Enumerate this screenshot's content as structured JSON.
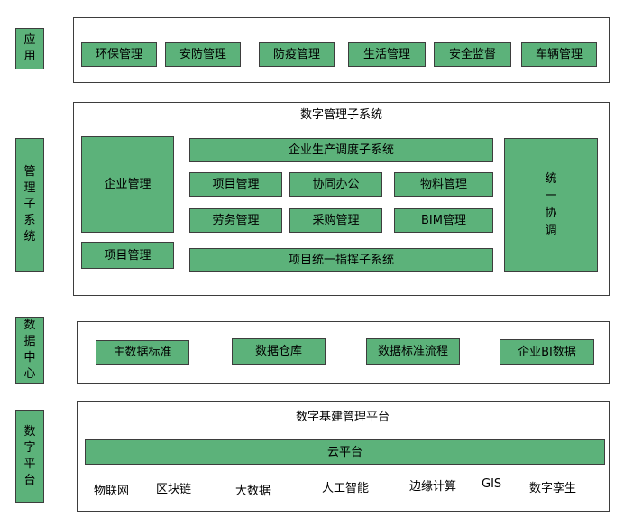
{
  "layers": {
    "application": {
      "label": [
        "应",
        "用"
      ],
      "items": [
        "环保管理",
        "安防管理",
        "防疫管理",
        "生活管理",
        "安全监督",
        "车辆管理"
      ]
    },
    "management": {
      "label": [
        "管",
        "理",
        "子",
        "系",
        "统"
      ],
      "title": "数字管理子系统",
      "enterprise_mgmt": "企业管理",
      "project_mgmt_left": "项目管理",
      "production_dispatch": "企业生产调度子系统",
      "modules": [
        "项目管理",
        "协同办公",
        "物料管理",
        "劳务管理",
        "采购管理",
        "BIM管理"
      ],
      "project_command": "项目统一指挥子系统",
      "unified": [
        "统",
        "一",
        "协",
        "调"
      ]
    },
    "data_center": {
      "label": [
        "数",
        "据",
        "中",
        "心"
      ],
      "items": [
        "主数据标准",
        "数据仓库",
        "数据标准流程",
        "企业BI数据"
      ]
    },
    "digital_platform": {
      "label": [
        "数",
        "字",
        "平",
        "台"
      ],
      "title": "数字基建管理平台",
      "cloud": "云平台",
      "technologies": [
        "物联网",
        "区块链",
        "大数据",
        "人工智能",
        "边缘计算",
        "GIS",
        "数字孪生"
      ]
    }
  },
  "colors": {
    "box_fill": "#5cb27a",
    "border": "#3d3d3d",
    "background": "#ffffff"
  }
}
